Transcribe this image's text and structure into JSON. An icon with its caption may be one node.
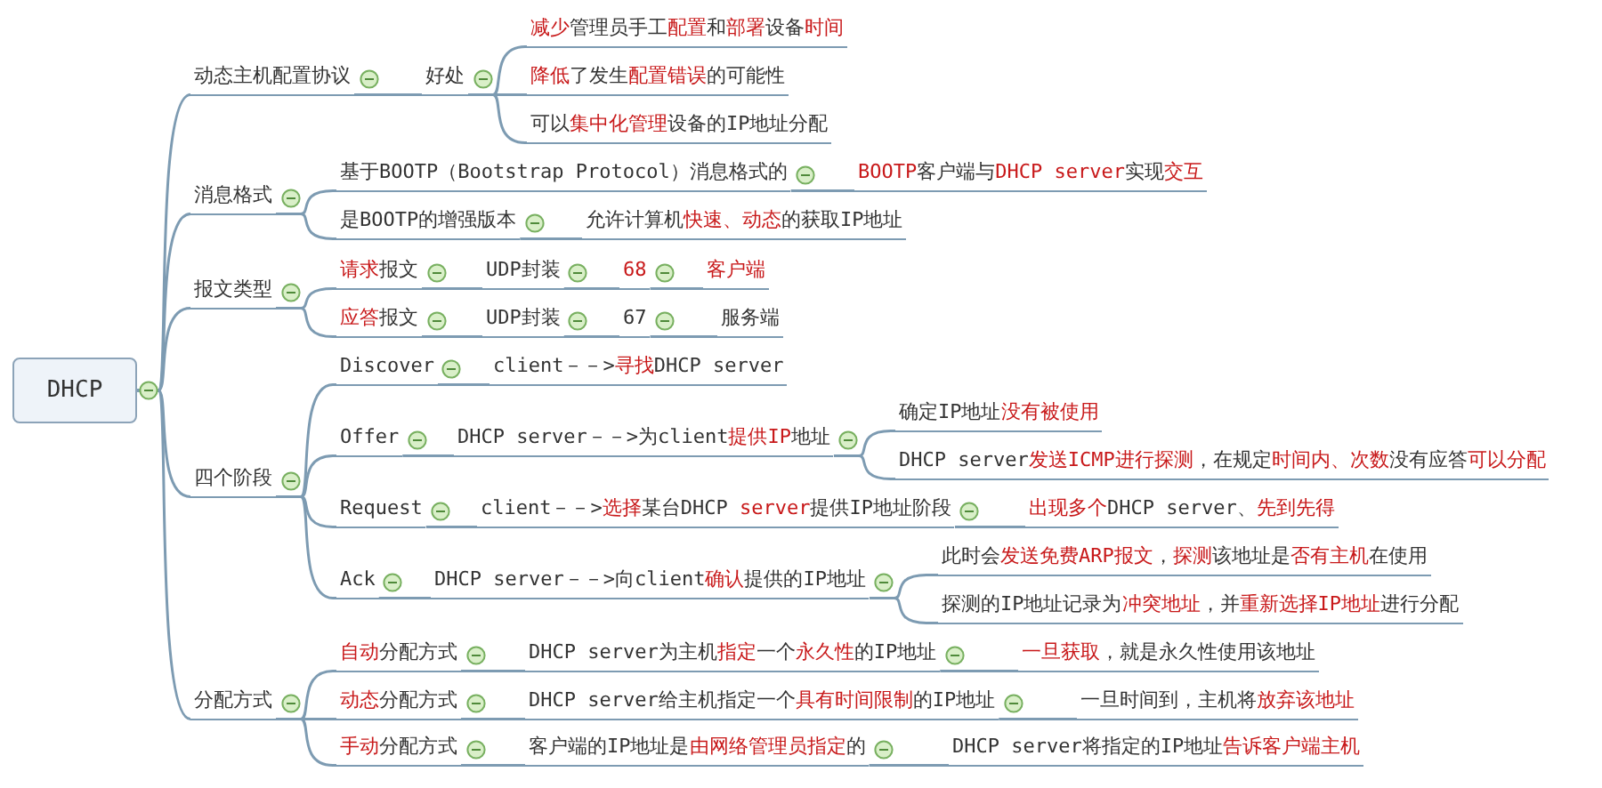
{
  "diagram": {
    "nodes": [
      {
        "text": [
          "DHCP"
        ]
      },
      {
        "text": [
          "动态主机配置协议"
        ]
      },
      {
        "text": [
          "好处"
        ]
      },
      {
        "text": [
          "**减少**管理员手工**配置**和**部署**设备**时间**"
        ]
      },
      {
        "text": [
          "**降低**了发生**配置错误**的可能性"
        ]
      },
      {
        "text": [
          "可以**集中化管理**设备的IP地址分配"
        ]
      },
      {
        "text": [
          "消息格式"
        ]
      },
      {
        "text": [
          "基于BOOTP（Bootstrap Protocol）消息格式的"
        ]
      },
      {
        "text": [
          "**BOOTP**客户端与**DHCP server**实现**交互**"
        ]
      },
      {
        "text": [
          "是BOOTP的增强版本"
        ]
      },
      {
        "text": [
          "允许计算机**快速、动态**的获取IP地址"
        ]
      },
      {
        "text": [
          "报文类型"
        ]
      },
      {
        "text": [
          "**请求**报文"
        ]
      },
      {
        "text": [
          "UDP封装"
        ]
      },
      {
        "text": [
          "68"
        ]
      },
      {
        "text": [
          "客户端"
        ]
      },
      {
        "text": [
          "**应答**报文"
        ]
      },
      {
        "text": [
          "UDP封装"
        ]
      },
      {
        "text": [
          "67"
        ]
      },
      {
        "text": [
          "服务端"
        ]
      },
      {
        "text": [
          "四个阶段"
        ]
      },
      {
        "text": [
          "Discover"
        ]
      },
      {
        "text": [
          "client－－>**寻找**DHCP server"
        ]
      },
      {
        "text": [
          "Offer"
        ]
      },
      {
        "text": [
          "DHCP server－－>为client**提供IP**地址"
        ]
      },
      {
        "text": [
          "确定IP地址**没有被使用**"
        ]
      },
      {
        "text": [
          "DHCP server**发送ICMP进行探测**，在规定**时间内、次数**没有应答**可以分配**"
        ]
      },
      {
        "text": [
          "Request"
        ]
      },
      {
        "text": [
          "client－－>**选择**某台DHCP **server**提供IP地址阶段"
        ]
      },
      {
        "text": [
          "**出现多个**DHCP server、**先到先得**"
        ]
      },
      {
        "text": [
          "Ack"
        ]
      },
      {
        "text": [
          "DHCP server－－>向client**确认**提供的IP地址"
        ]
      },
      {
        "text": [
          "此时会**发送免费ARP报文**，**探测**该地址是**否有主机**在使用"
        ]
      },
      {
        "text": [
          "探测的IP地址记录为**冲突地址**，并**重新选择IP地址**进行分配"
        ]
      },
      {
        "text": [
          "分配方式"
        ]
      },
      {
        "text": [
          "**自动**分配方式"
        ]
      },
      {
        "text": [
          "DHCP server为主机**指定**一个**永久性**的IP地址"
        ]
      },
      {
        "text": [
          "**一旦获取**，就是永久性使用该地址"
        ]
      },
      {
        "text": [
          "**动态**分配方式"
        ]
      },
      {
        "text": [
          "DHCP server给主机指定一个**具有时间限制**的IP地址"
        ]
      },
      {
        "text": [
          "一旦时间到，主机将**放弃该地址**"
        ]
      },
      {
        "text": [
          "**手动**分配方式"
        ]
      },
      {
        "text": [
          "客户端的IP地址是**由网络管理员指定**的"
        ]
      },
      {
        "text": [
          "DHCP server将指定的IP地址**告诉客户端主机**"
        ]
      }
    ],
    "edges": [
      {
        "from": 0,
        "to": 1,
        "arrow": "none"
      },
      {
        "from": 1,
        "to": 2,
        "arrow": "none"
      },
      {
        "from": 2,
        "to": 3,
        "arrow": "none"
      },
      {
        "from": 2,
        "to": 4,
        "arrow": "none"
      },
      {
        "from": 2,
        "to": 5,
        "arrow": "none"
      },
      {
        "from": 0,
        "to": 6,
        "arrow": "none"
      },
      {
        "from": 6,
        "to": 7,
        "arrow": "none"
      },
      {
        "from": 7,
        "to": 8,
        "arrow": "none"
      },
      {
        "from": 6,
        "to": 9,
        "arrow": "none"
      },
      {
        "from": 9,
        "to": 10,
        "arrow": "none"
      },
      {
        "from": 0,
        "to": 11,
        "arrow": "none"
      },
      {
        "from": 11,
        "to": 12,
        "arrow": "none"
      },
      {
        "from": 12,
        "to": 13,
        "arrow": "none"
      },
      {
        "from": 13,
        "to": 14,
        "arrow": "none"
      },
      {
        "from": 14,
        "to": 15,
        "arrow": "none"
      },
      {
        "from": 11,
        "to": 16,
        "arrow": "none"
      },
      {
        "from": 16,
        "to": 17,
        "arrow": "none"
      },
      {
        "from": 17,
        "to": 18,
        "arrow": "none"
      },
      {
        "from": 18,
        "to": 19,
        "arrow": "none"
      },
      {
        "from": 0,
        "to": 20,
        "arrow": "none"
      },
      {
        "from": 20,
        "to": 21,
        "arrow": "none"
      },
      {
        "from": 21,
        "to": 22,
        "arrow": "none"
      },
      {
        "from": 20,
        "to": 23,
        "arrow": "none"
      },
      {
        "from": 23,
        "to": 24,
        "arrow": "none"
      },
      {
        "from": 24,
        "to": 25,
        "arrow": "none"
      },
      {
        "from": 24,
        "to": 26,
        "arrow": "none"
      },
      {
        "from": 20,
        "to": 27,
        "arrow": "none"
      },
      {
        "from": 27,
        "to": 28,
        "arrow": "none"
      },
      {
        "from": 28,
        "to": 29,
        "arrow": "none"
      },
      {
        "from": 20,
        "to": 30,
        "arrow": "none"
      },
      {
        "from": 30,
        "to": 31,
        "arrow": "none"
      },
      {
        "from": 31,
        "to": 32,
        "arrow": "none"
      },
      {
        "from": 31,
        "to": 33,
        "arrow": "none"
      },
      {
        "from": 0,
        "to": 34,
        "arrow": "none"
      },
      {
        "from": 34,
        "to": 35,
        "arrow": "none"
      },
      {
        "from": 35,
        "to": 36,
        "arrow": "none"
      },
      {
        "from": 36,
        "to": 37,
        "arrow": "none"
      },
      {
        "from": 34,
        "to": 38,
        "arrow": "none"
      },
      {
        "from": 38,
        "to": 39,
        "arrow": "none"
      },
      {
        "from": 39,
        "to": 40,
        "arrow": "none"
      },
      {
        "from": 34,
        "to": 41,
        "arrow": "none"
      },
      {
        "from": 41,
        "to": 42,
        "arrow": "none"
      },
      {
        "from": 42,
        "to": 43,
        "arrow": "none"
      }
    ]
  }
}
